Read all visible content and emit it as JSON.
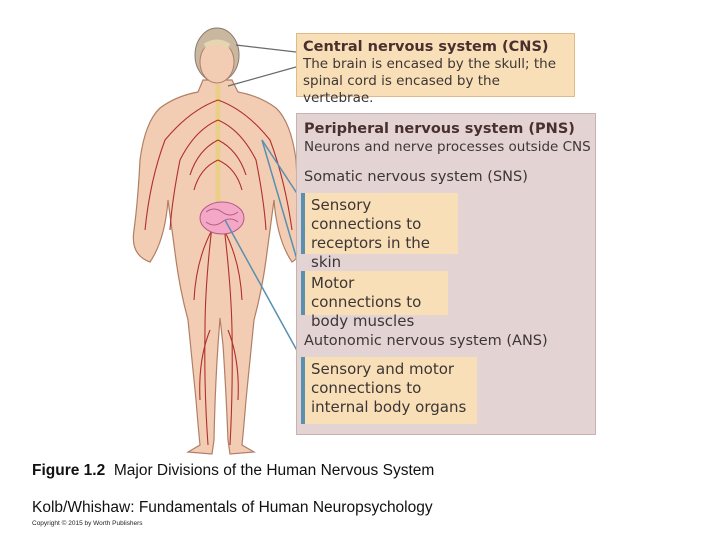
{
  "cns": {
    "title": "Central nervous system (CNS)",
    "desc": "The brain is encased by the skull; the spinal cord is encased by the vertebrae."
  },
  "pns": {
    "title": "Peripheral nervous system (PNS)",
    "desc": "Neurons and nerve processes outside CNS",
    "sns": {
      "title": "Somatic nervous system (SNS)",
      "sensory": "Sensory connections to receptors in the skin",
      "motor": "Motor connections to body muscles"
    },
    "ans": {
      "title": "Autonomic nervous system (ANS)",
      "organs": "Sensory and motor connections to internal body organs"
    }
  },
  "caption": {
    "label": "Figure 1.2",
    "text": "Major Divisions of the Human Nervous System"
  },
  "source": "Kolb/Whishaw: Fundamentals of Human Neuropsychology",
  "copyright": "Copyright © 2015 by Worth Publishers",
  "colors": {
    "skin": "#f2cdb4",
    "nerve": "#b0302c",
    "cns_box": "#f8dfb7",
    "pns_box": "#e4d3d3",
    "callout_line": "#5a8fb0"
  }
}
